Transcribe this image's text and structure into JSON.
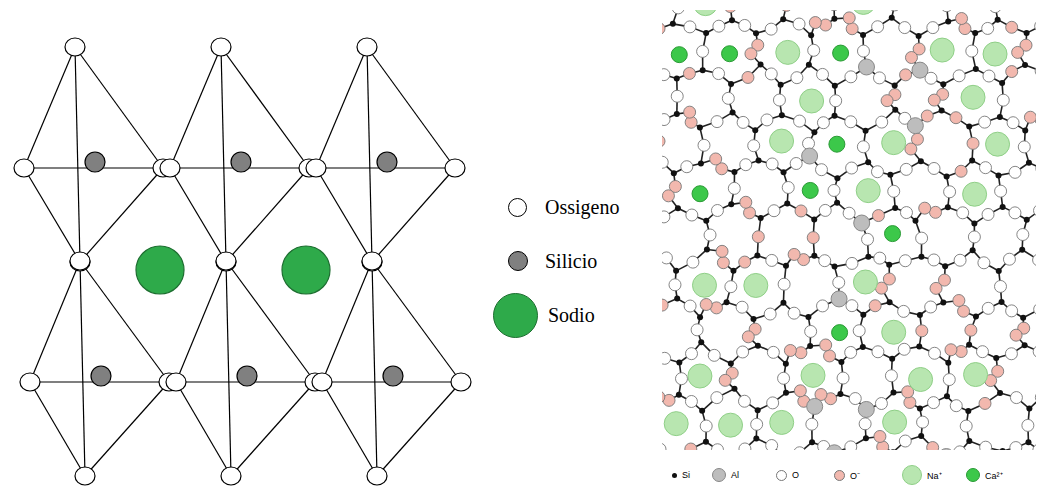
{
  "diagram": {
    "legend": [
      {
        "text": "Ossigeno",
        "color": "#ffffff"
      },
      {
        "text": "Silicio",
        "color": "#808080"
      },
      {
        "text": "Sodio",
        "color": "#2eaa4a"
      },
      {
        "text": "Si",
        "color": "#111111"
      },
      {
        "text": "Al",
        "color": "#bdbdbd"
      },
      {
        "text": "O",
        "color": "#ffffff"
      },
      {
        "text": "O⁻",
        "color": "#f2b8ae"
      },
      {
        "text": "Na⁺",
        "color": "#b8e6b0"
      },
      {
        "text": "Ca²⁺",
        "color": "#3cc84a"
      }
    ]
  }
}
